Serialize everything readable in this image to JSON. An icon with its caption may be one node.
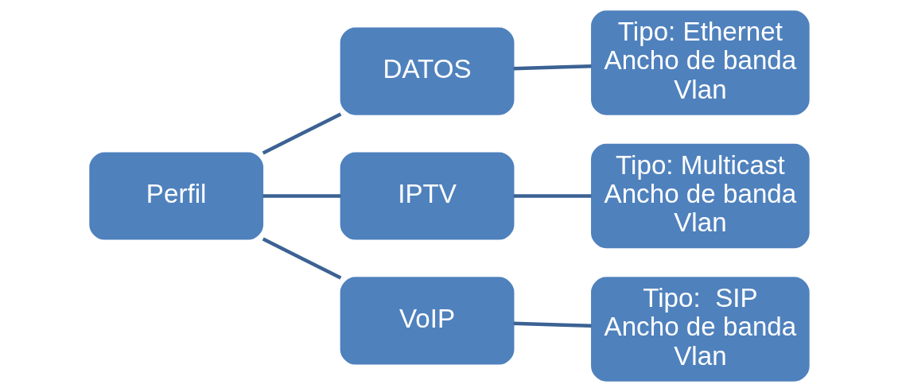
{
  "diagram": {
    "nodes": [
      {
        "text": [
          "Perfil"
        ]
      },
      {
        "text": [
          "DATOS"
        ]
      },
      {
        "text": [
          "Tipo: Ethernet",
          "Ancho de banda",
          "Vlan"
        ]
      },
      {
        "text": [
          "IPTV"
        ]
      },
      {
        "text": [
          "Tipo: Multicast",
          "Ancho de banda",
          "Vlan"
        ]
      },
      {
        "text": [
          "VoIP"
        ]
      },
      {
        "text": [
          "Tipo:  SIP",
          "Ancho de banda",
          "Vlan"
        ]
      }
    ],
    "edges": [
      {
        "from": 0,
        "to": 1,
        "arrow": "none"
      },
      {
        "from": 0,
        "to": 3,
        "arrow": "none"
      },
      {
        "from": 0,
        "to": 5,
        "arrow": "none"
      },
      {
        "from": 1,
        "to": 2,
        "arrow": "none"
      },
      {
        "from": 3,
        "to": 4,
        "arrow": "none"
      },
      {
        "from": 5,
        "to": 6,
        "arrow": "none"
      }
    ]
  }
}
